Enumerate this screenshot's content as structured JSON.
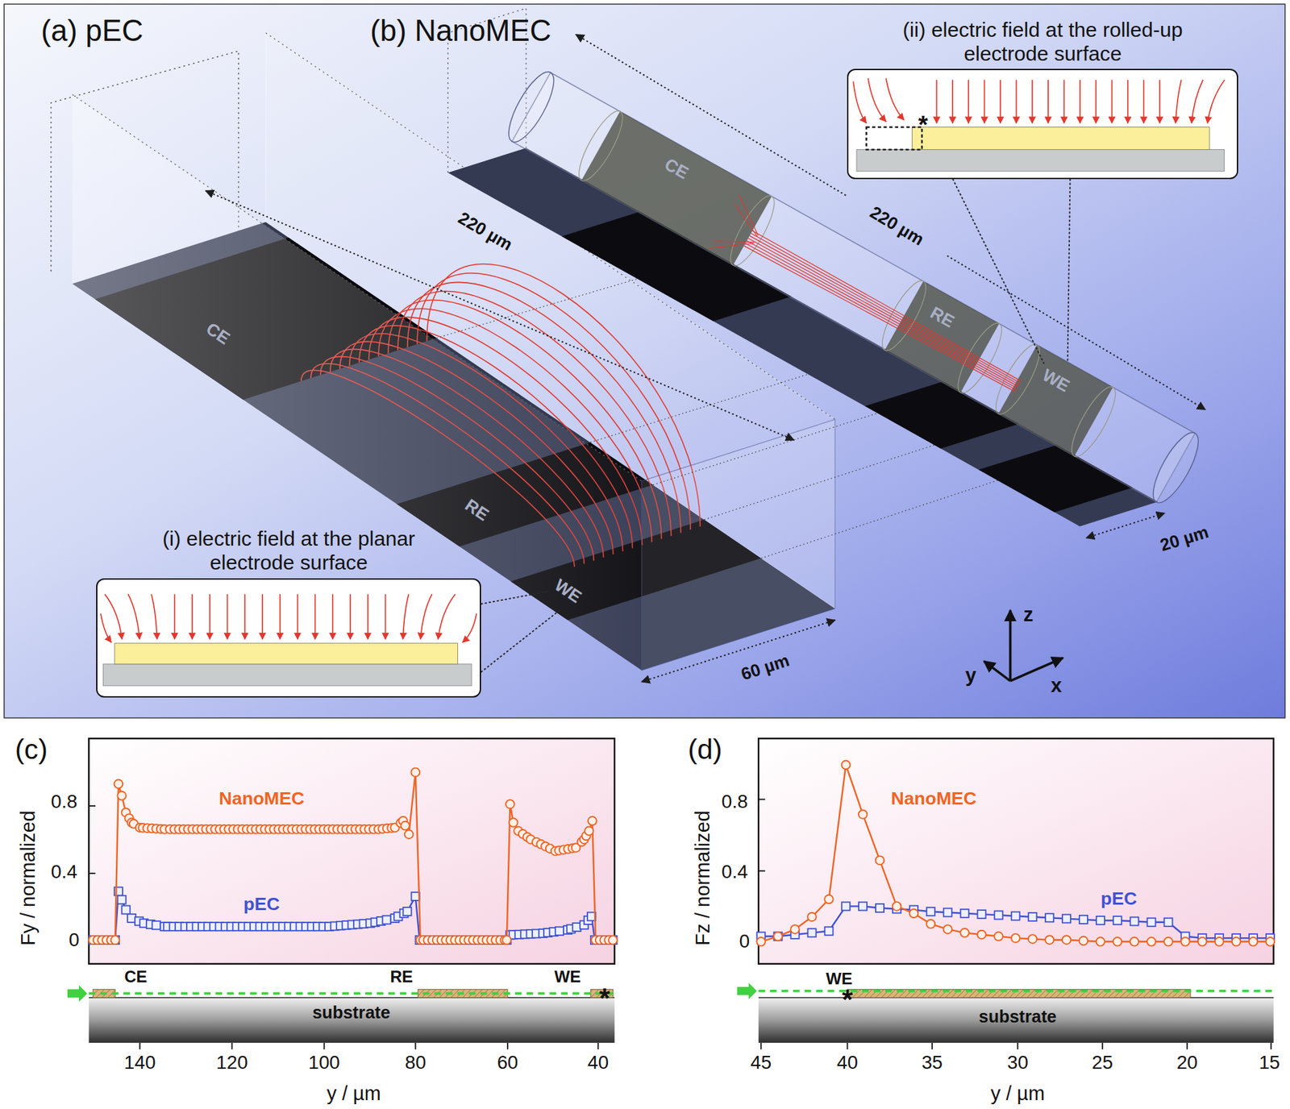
{
  "diagram": {
    "nodes": [
      {
        "text": [
          "(i) electric field at the planar electrode surface"
        ]
      },
      {
        "text": [
          "(ii) electric field at the rolled-up electrode surface"
        ]
      },
      {
        "text": [
          "CE"
        ]
      },
      {
        "text": [
          "RE"
        ]
      },
      {
        "text": [
          "WE"
        ]
      },
      {
        "text": [
          "CE"
        ]
      },
      {
        "text": [
          "RE"
        ]
      },
      {
        "text": [
          "WE"
        ]
      }
    ],
    "edges": [
      {
        "from": 0,
        "to": 4,
        "arrow": "none"
      },
      {
        "from": 0,
        "to": 4,
        "arrow": "none"
      },
      {
        "from": 1,
        "to": 7,
        "arrow": "none"
      },
      {
        "from": 1,
        "to": 7,
        "arrow": "none"
      }
    ],
    "labels": [
      "(a) pEC",
      "(b) NanoMEC",
      "220 µm",
      "60 µm",
      "220 µm",
      "20 µm",
      "z",
      "y",
      "x",
      "(c)",
      "0.8",
      "0.4",
      "0",
      "Fy / normalized",
      "NanoMEC",
      "pEC",
      "CE",
      "RE",
      "WE",
      "substrate",
      "*",
      "140",
      "120",
      "100",
      "80",
      "60",
      "40",
      "y / µm",
      "(d)",
      "0.8",
      "0.4",
      "0",
      "Fz / normalized",
      "NanoMEC",
      "pEC",
      "WE",
      "substrate",
      "*",
      "45",
      "40",
      "35",
      "30",
      "25",
      "20",
      "15",
      "y / µm",
      "*"
    ]
  }
}
